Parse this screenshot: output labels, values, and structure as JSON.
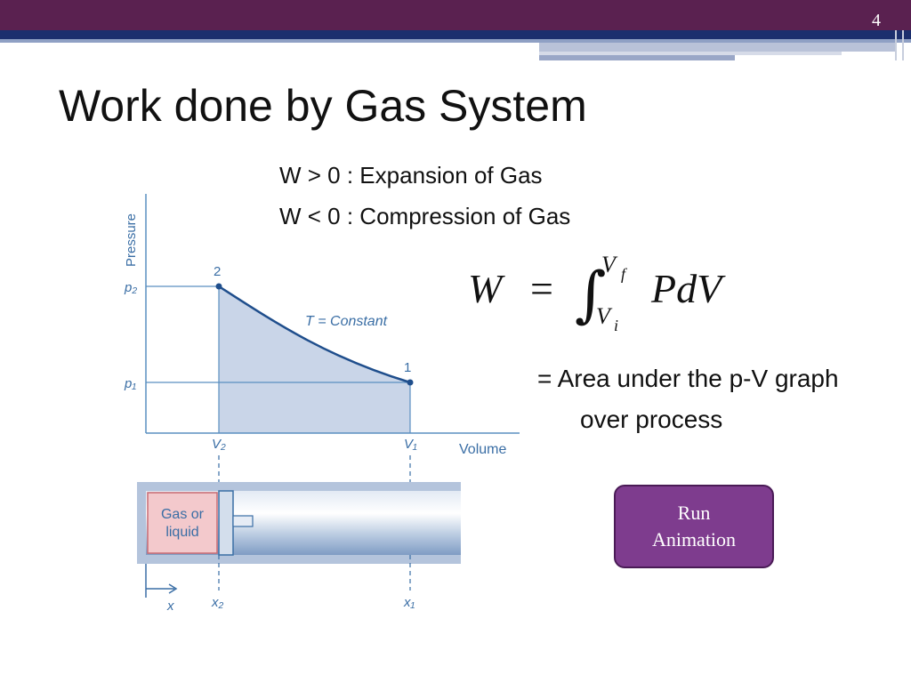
{
  "slide": {
    "number": "4",
    "title": "Work done by Gas System",
    "lines": [
      "W > 0 : Expansion of Gas",
      "W < 0 : Compression of Gas"
    ],
    "area_text": [
      "=  Area under the p-V graph",
      "over process"
    ],
    "button_label": "Run Animation"
  },
  "equation": {
    "lhs": "W",
    "equals": "=",
    "upper_limit": "V",
    "upper_sub": "f",
    "lower_limit": "V",
    "lower_sub": "i",
    "integrand": "PdV"
  },
  "diagram": {
    "y_axis_label": "Pressure",
    "x_axis_label": "Volume",
    "curve_label": "T = Constant",
    "point_2": "2",
    "point_1": "1",
    "p2_label": "p₂",
    "p1_label": "p₁",
    "v2_label": "V₂",
    "v1_label": "V₁",
    "cylinder_label_line1": "Gas or",
    "cylinder_label_line2": "liquid",
    "x_label": "x",
    "x2_label": "x₂",
    "x1_label": "x₁",
    "colors": {
      "axis": "#5a8fc0",
      "area_fill": "#c9d5e8",
      "curve": "#1f4e8c",
      "label": "#3a6ea5",
      "gas_fill": "#f3c9cc",
      "gas_border": "#c96a72"
    }
  }
}
